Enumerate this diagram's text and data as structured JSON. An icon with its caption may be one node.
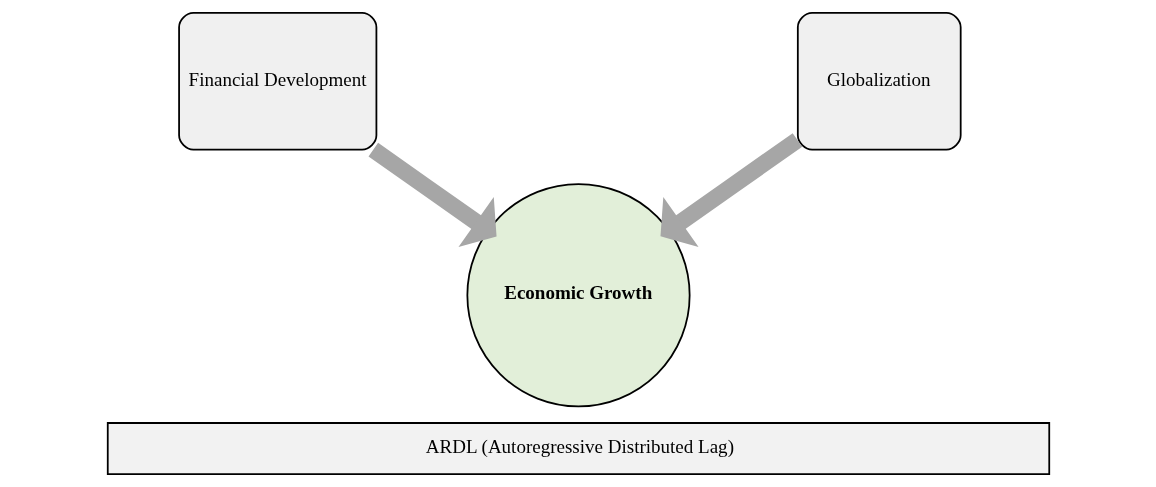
{
  "diagram": {
    "nodes": [
      {
        "text": [
          "Financial Development"
        ]
      },
      {
        "text": [
          "Globalization"
        ]
      },
      {
        "text": [
          "Economic Growth"
        ]
      },
      {
        "text": [
          "ARDL (Autoregressive Distributed Lag)"
        ]
      }
    ],
    "edges": [
      {
        "from": 0,
        "to": 2,
        "arrow": "to"
      },
      {
        "from": 1,
        "to": 2,
        "arrow": "to"
      }
    ]
  }
}
